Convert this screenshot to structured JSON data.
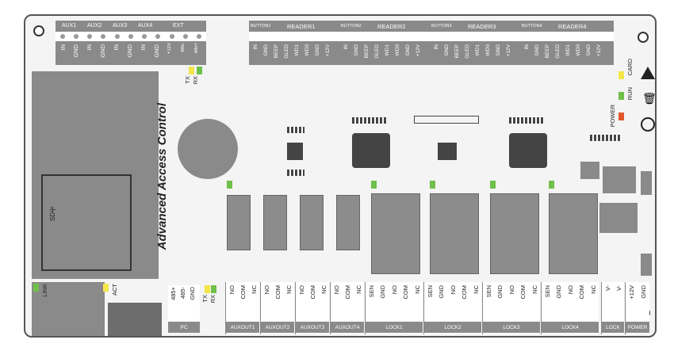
{
  "top_headers": [
    "AUX1",
    "AUX2",
    "AUX3",
    "AUX4",
    "EXT",
    "BUTTON1",
    "READER1",
    "BUTTON2",
    "READER2",
    "BUTTON3",
    "READER3",
    "BUTTON4",
    "READER4"
  ],
  "aux_pins": [
    "IN",
    "GND",
    "IN",
    "GND",
    "IN",
    "GND",
    "IN",
    "GND",
    "+12V",
    "485-",
    "485+"
  ],
  "tx": "TX",
  "rx": "RX",
  "reader_pins": [
    "IN",
    "GND",
    "BEEP",
    "GLED",
    "WD1",
    "WD0",
    "GND",
    "+12V"
  ],
  "title_vertical": "Advanced Access Control",
  "sd_label": "SD卡",
  "status_labels": {
    "card": "CARD",
    "run": "RUN",
    "power": "POWER"
  },
  "link_label": "LINK",
  "act_label": "ACT",
  "pc_pins": [
    "485+",
    "485-",
    "GND"
  ],
  "pc_label": "PC",
  "aux_out_pins": [
    "NO",
    "COM",
    "NC"
  ],
  "aux_out_labels": [
    "AUXOUT1",
    "AUXOUT2",
    "AUXOUT3",
    "AUXOUT4"
  ],
  "lock_pins": [
    "SEN",
    "GND",
    "NO",
    "COM",
    "NC"
  ],
  "lock_labels": [
    "LOCK1",
    "LOCK2",
    "LOCK3",
    "LOCK4"
  ],
  "lock_power_pins": [
    "V-",
    "V-"
  ],
  "lock_power_label": "LOCK",
  "power_pins": [
    "+12V",
    "GND"
  ],
  "power_label": "POWER",
  "colors": {
    "board": "#f4f4f4",
    "terminal": "#8a8a8a",
    "led_green": "#6fc04a",
    "led_yellow": "#f2e64a",
    "led_red": "#e2572b"
  }
}
